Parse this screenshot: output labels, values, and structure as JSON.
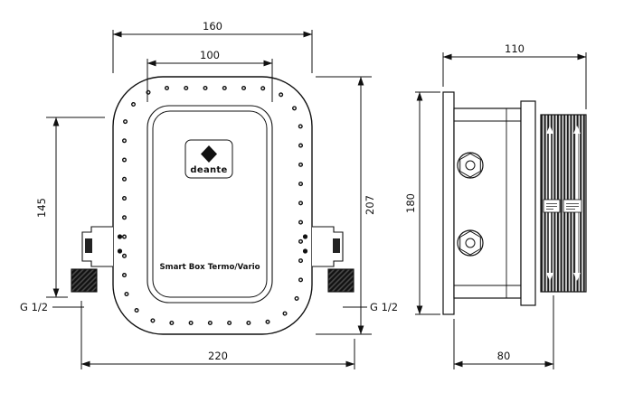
{
  "colors": {
    "line": "#111111",
    "background": "#ffffff",
    "hatch": "#4a4a4a"
  },
  "front_view": {
    "dim_outer_width": "160",
    "dim_inner_width": "100",
    "dim_left_height": "145",
    "dim_right_height": "207",
    "dim_bottom_width": "220",
    "thread_left": "G 1/2",
    "thread_right": "G 1/2",
    "brand": "deante",
    "product_label": "Smart Box Termo/Vario"
  },
  "side_view": {
    "dim_width": "110",
    "dim_height": "180",
    "dim_depth": "80"
  }
}
